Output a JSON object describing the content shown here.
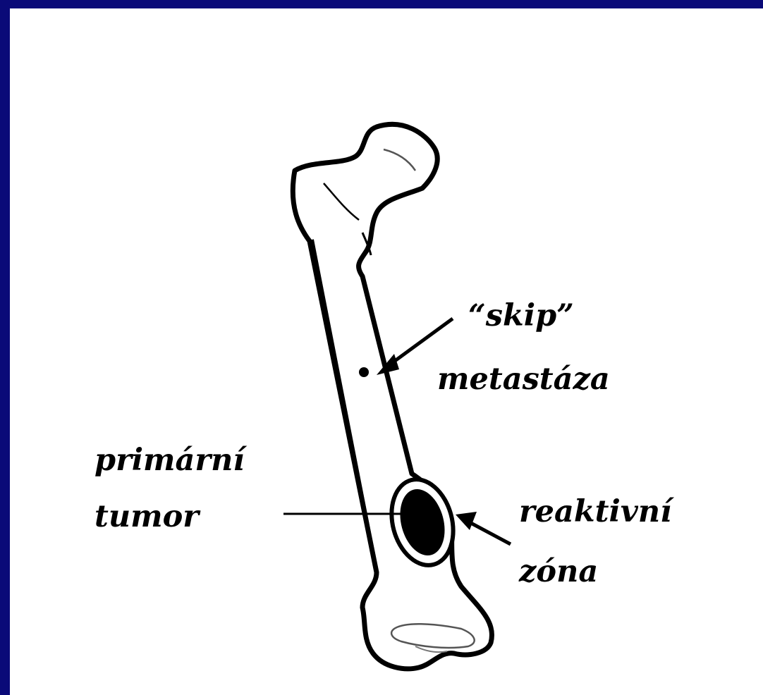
{
  "colors": {
    "outer_background": "#0a0a78",
    "panel_background": "#ffffff",
    "ink": "#000000"
  },
  "labels": {
    "skip_line1": "“skip”",
    "skip_line2": "metastáza",
    "primary_line1": "primární",
    "primary_line2": "tumor",
    "reactive_line1": "reaktivní",
    "reactive_line2": "zóna"
  }
}
